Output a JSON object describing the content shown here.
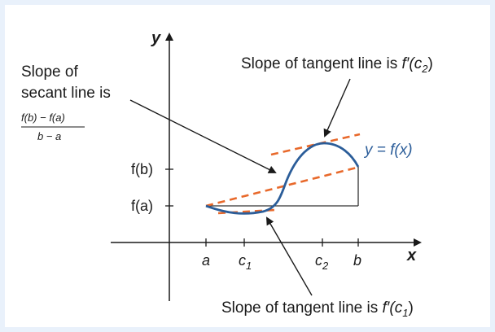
{
  "labels": {
    "y_axis": "y",
    "x_axis": "x",
    "secant_note_line1": "Slope of",
    "secant_note_line2": "secant line is",
    "secant_fraction_numerator": "f(b) − f(a)",
    "secant_fraction_denominator": "b − a",
    "tangent_c2_note": "Slope of tangent line is ",
    "tangent_c2_fprime": "f′(c",
    "tangent_c2_sub": "2",
    "tangent_c2_close": ")",
    "tangent_c1_note": "Slope of tangent line is ",
    "tangent_c1_fprime": "f′(c",
    "tangent_c1_sub": "1",
    "tangent_c1_close": ")",
    "curve_label": "y = f(x)",
    "tick_fb": "f(b)",
    "tick_fa": "f(a)",
    "tick_a": "a",
    "tick_c1": "c",
    "tick_c1_sub": "1",
    "tick_c2": "c",
    "tick_c2_sub": "2",
    "tick_b": "b"
  },
  "colors": {
    "curve": "#2b5d99",
    "dashed_lines": "#e8692b",
    "axes": "#1a1a1a",
    "border": "#e9f1fb"
  }
}
